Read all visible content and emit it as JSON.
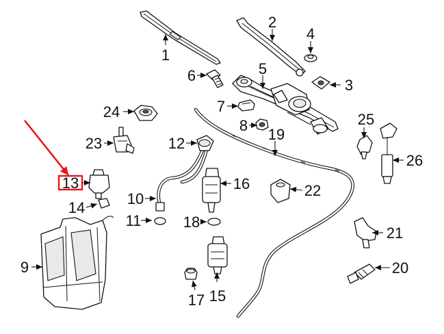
{
  "diagram": {
    "highlight_color": "#e8161b",
    "highlighted_part": "13",
    "callouts": [
      {
        "id": "c1",
        "label": "1"
      },
      {
        "id": "c2",
        "label": "2"
      },
      {
        "id": "c3",
        "label": "3"
      },
      {
        "id": "c4",
        "label": "4"
      },
      {
        "id": "c5",
        "label": "5"
      },
      {
        "id": "c6",
        "label": "6"
      },
      {
        "id": "c7",
        "label": "7"
      },
      {
        "id": "c8",
        "label": "8"
      },
      {
        "id": "c9",
        "label": "9"
      },
      {
        "id": "c10",
        "label": "10"
      },
      {
        "id": "c11",
        "label": "11"
      },
      {
        "id": "c12",
        "label": "12"
      },
      {
        "id": "c13",
        "label": "13"
      },
      {
        "id": "c14",
        "label": "14"
      },
      {
        "id": "c15",
        "label": "15"
      },
      {
        "id": "c16",
        "label": "16"
      },
      {
        "id": "c17",
        "label": "17"
      },
      {
        "id": "c18",
        "label": "18"
      },
      {
        "id": "c19",
        "label": "19"
      },
      {
        "id": "c20",
        "label": "20"
      },
      {
        "id": "c21",
        "label": "21"
      },
      {
        "id": "c22",
        "label": "22"
      },
      {
        "id": "c23",
        "label": "23"
      },
      {
        "id": "c24",
        "label": "24"
      },
      {
        "id": "c25",
        "label": "25"
      },
      {
        "id": "c26",
        "label": "26"
      }
    ]
  }
}
